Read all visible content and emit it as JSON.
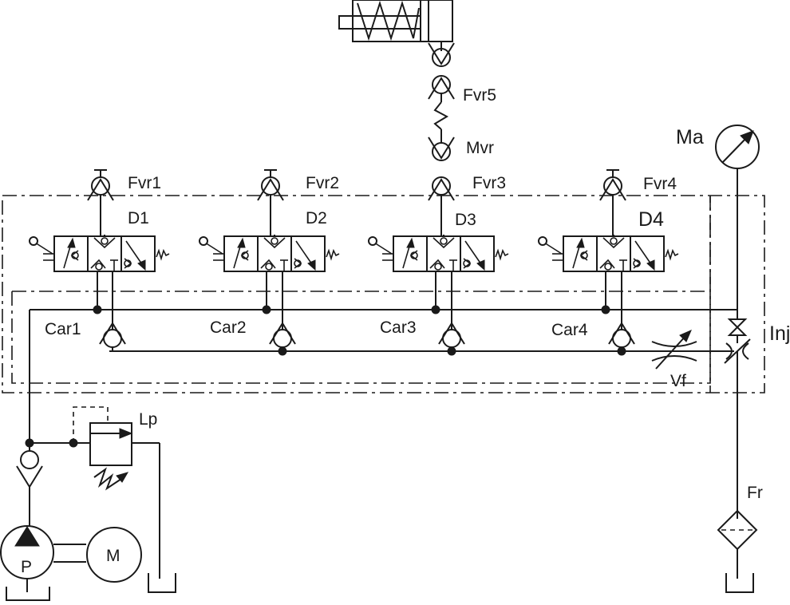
{
  "labels": {
    "fvr1": "Fvr1",
    "fvr2": "Fvr2",
    "fvr3": "Fvr3",
    "fvr4": "Fvr4",
    "fvr5": "Fvr5",
    "mvr": "Mvr",
    "d1": "D1",
    "d2": "D2",
    "d3": "D3",
    "d4": "D4",
    "car1": "Car1",
    "car2": "Car2",
    "car3": "Car3",
    "car4": "Car4",
    "ma": "Ma",
    "inj": "Inj",
    "vf": "Vf",
    "lp": "Lp",
    "fr": "Fr",
    "pump": "P",
    "motor": "M"
  }
}
